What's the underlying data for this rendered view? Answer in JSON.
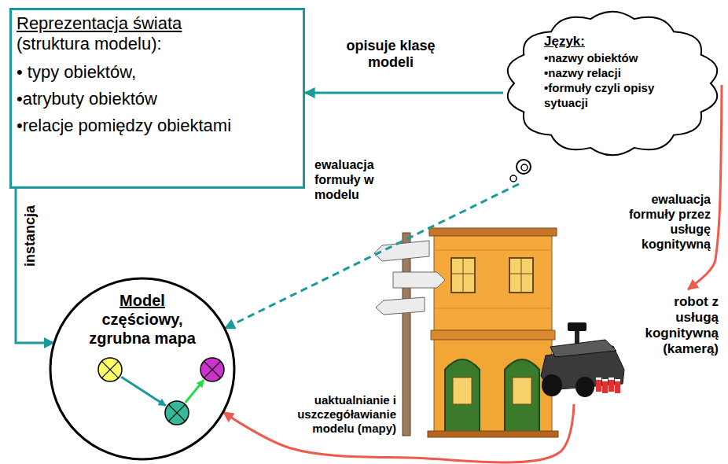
{
  "diagram": {
    "nodes": [
      {
        "text": [
          "Reprezentacja świata",
          "(struktura modelu):",
          "• typy obiektów,",
          "•atrybuty obiektów",
          "•relacje pomiędzy obiektami"
        ]
      },
      {
        "text": [
          "Język:",
          "•nazwy obiektów",
          "•nazwy relacji",
          "•formuły czyli opisy sytuacji"
        ]
      },
      {
        "text": [
          "Model",
          "częściowy, zgrubna mapa"
        ]
      },
      {
        "text": [
          "robot z usługą kognitywną (kamerą)"
        ]
      }
    ],
    "edges": [
      {
        "from": 1,
        "to": 0,
        "arrow": "to",
        "label": "opisuje klasę modeli"
      },
      {
        "from": 1,
        "to": 2,
        "arrow": "to",
        "label": "ewaluacja formuły w modelu"
      },
      {
        "from": 0,
        "to": 2,
        "arrow": "to",
        "label": "instancja"
      },
      {
        "from": 1,
        "to": 3,
        "arrow": "to",
        "label": "ewaluacja formuły przez usługę kognitywną"
      },
      {
        "from": 3,
        "to": 2,
        "arrow": "to",
        "label": "uaktualnianie i uszczegóławianie modelu (mapy)"
      }
    ]
  }
}
